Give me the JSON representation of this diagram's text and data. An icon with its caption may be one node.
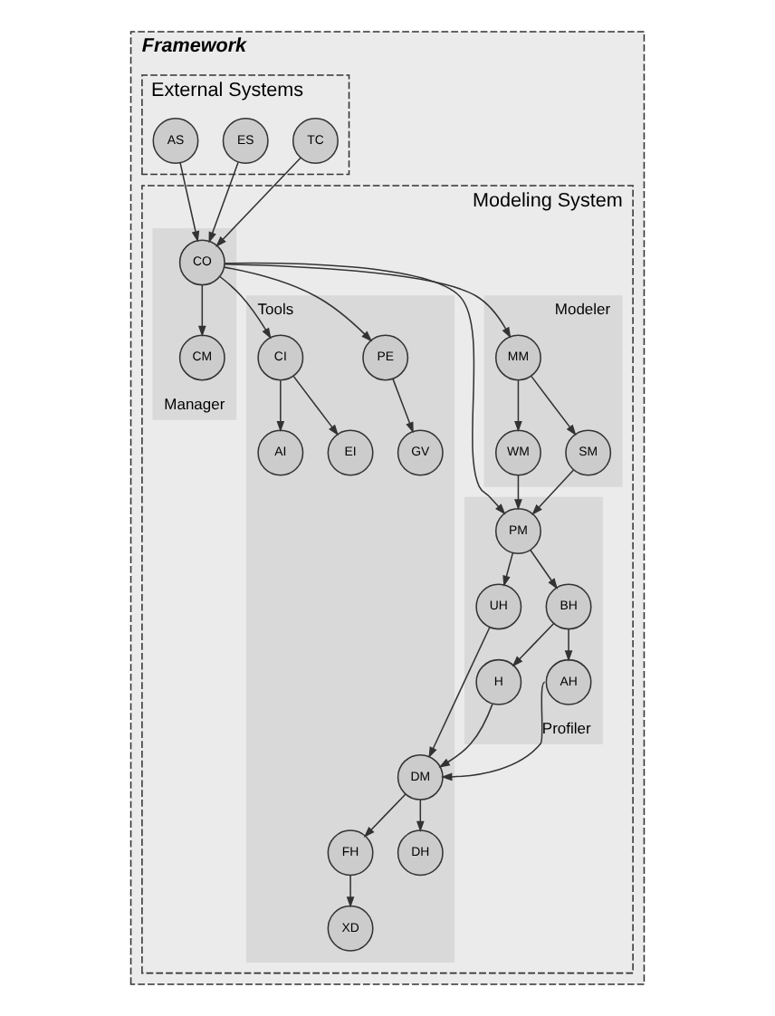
{
  "diagram": {
    "nodes": [
      {
        "text": [
          "Framework"
        ]
      },
      {
        "text": [
          "External Systems"
        ],
        "in": 0
      },
      {
        "text": [
          "TC"
        ],
        "in": 1
      },
      {
        "text": [
          "ES"
        ],
        "in": 1
      },
      {
        "text": [
          "AS"
        ],
        "in": 1
      },
      {
        "text": [
          "Modeling System"
        ],
        "in": 0
      },
      {
        "text": [
          "Tools"
        ],
        "in": 5
      },
      {
        "text": [
          "PE"
        ],
        "in": 6
      },
      {
        "text": [
          "GV"
        ],
        "in": 6
      },
      {
        "text": [
          "CI"
        ],
        "in": 6
      },
      {
        "text": [
          "AI"
        ],
        "in": 6
      },
      {
        "text": [
          "EI"
        ],
        "in": 6
      },
      {
        "text": [
          "DM"
        ],
        "in": 6
      },
      {
        "text": [
          "FH"
        ],
        "in": 6
      },
      {
        "text": [
          "DH"
        ],
        "in": 6
      },
      {
        "text": [
          "XD"
        ],
        "in": 6
      },
      {
        "text": [
          "Manager"
        ],
        "in": 5
      },
      {
        "text": [
          "CO"
        ],
        "in": 16
      },
      {
        "text": [
          "CM"
        ],
        "in": 16
      },
      {
        "text": [
          "Profiler"
        ],
        "in": 5
      },
      {
        "text": [
          "PM"
        ],
        "in": 19
      },
      {
        "text": [
          "UH"
        ],
        "in": 19
      },
      {
        "text": [
          "BH"
        ],
        "in": 19
      },
      {
        "text": [
          "H"
        ],
        "in": 19
      },
      {
        "text": [
          "AH"
        ],
        "in": 19
      },
      {
        "text": [
          "Modeler"
        ],
        "in": 5
      },
      {
        "text": [
          "MM"
        ],
        "in": 25
      },
      {
        "text": [
          "WM"
        ],
        "in": 25
      },
      {
        "text": [
          "SM"
        ],
        "in": 25
      }
    ],
    "edges": [
      {
        "from": 2,
        "to": 17,
        "arrow": "to"
      },
      {
        "from": 3,
        "to": 17,
        "arrow": "to"
      },
      {
        "from": 4,
        "to": 17,
        "arrow": "to"
      },
      {
        "from": 17,
        "to": 18,
        "arrow": "to"
      },
      {
        "from": 17,
        "to": 7,
        "arrow": "to"
      },
      {
        "from": 17,
        "to": 9,
        "arrow": "to"
      },
      {
        "from": 17,
        "to": 20,
        "arrow": "to"
      },
      {
        "from": 17,
        "to": 26,
        "arrow": "to"
      },
      {
        "from": 7,
        "to": 8,
        "arrow": "to"
      },
      {
        "from": 9,
        "to": 10,
        "arrow": "to"
      },
      {
        "from": 9,
        "to": 11,
        "arrow": "to"
      },
      {
        "from": 20,
        "to": 21,
        "arrow": "to"
      },
      {
        "from": 20,
        "to": 22,
        "arrow": "to"
      },
      {
        "from": 21,
        "to": 12,
        "arrow": "to"
      },
      {
        "from": 22,
        "to": 23,
        "arrow": "to"
      },
      {
        "from": 22,
        "to": 24,
        "arrow": "to"
      },
      {
        "from": 23,
        "to": 12,
        "arrow": "to"
      },
      {
        "from": 24,
        "to": 12,
        "arrow": "to"
      },
      {
        "from": 12,
        "to": 13,
        "arrow": "to"
      },
      {
        "from": 12,
        "to": 14,
        "arrow": "to"
      },
      {
        "from": 13,
        "to": 15,
        "arrow": "to"
      },
      {
        "from": 26,
        "to": 27,
        "arrow": "to"
      },
      {
        "from": 26,
        "to": 28,
        "arrow": "to"
      },
      {
        "from": 27,
        "to": 20,
        "arrow": "to"
      },
      {
        "from": 28,
        "to": 20,
        "arrow": "to"
      }
    ]
  }
}
